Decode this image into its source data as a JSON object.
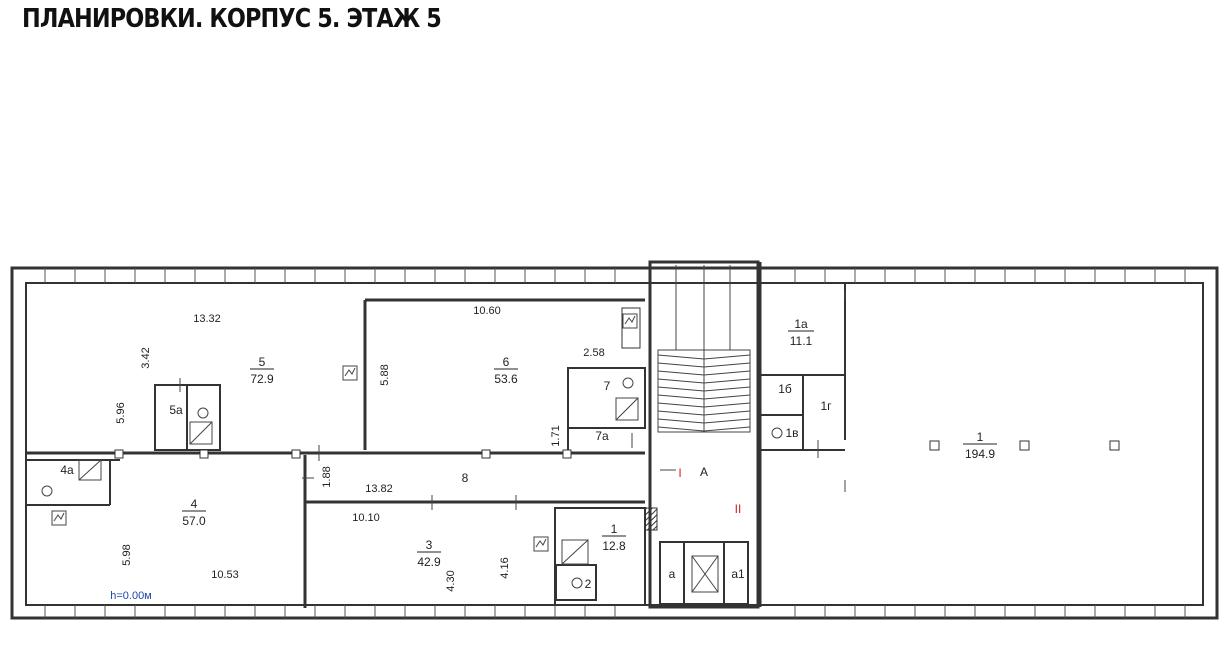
{
  "title": "ПЛАНИРОВКИ. КОРПУС 5. ЭТАЖ 5",
  "rooms": [
    {
      "id": "r5",
      "num": "5",
      "area": "72.9"
    },
    {
      "id": "r6",
      "num": "6",
      "area": "53.6"
    },
    {
      "id": "r4",
      "num": "4",
      "area": "57.0"
    },
    {
      "id": "r3",
      "num": "3",
      "area": "42.9"
    },
    {
      "id": "r1s",
      "num": "1",
      "area": "12.8"
    },
    {
      "id": "r1a",
      "num": "1а",
      "area": "11.1"
    },
    {
      "id": "r1",
      "num": "1",
      "area": "194.9"
    }
  ],
  "labels": {
    "r5a": "5а",
    "r4a": "4а",
    "r7": "7",
    "r7a": "7а",
    "r8": "8",
    "r2": "2",
    "r1b": "1б",
    "r1g": "1г",
    "r1v": "1в",
    "stair_a": "А",
    "stair_i": "I",
    "stair_ii": "II",
    "lift_a": "а",
    "lift_a1": "а1"
  },
  "dimensions": {
    "d1332": "13.32",
    "d1060": "10.60",
    "d342": "3.42",
    "d596": "5.96",
    "d588": "5.88",
    "d258": "2.58",
    "d171": "1.71",
    "d188": "1.88",
    "d1382": "13.82",
    "d1010": "10.10",
    "d598": "5.98",
    "d1053": "10.53",
    "d430": "4.30",
    "d416": "4.16"
  },
  "height_mark": "h=0.00м",
  "colors": {
    "wall": "#333333",
    "accent_red": "#cc2222",
    "mark_blue": "#2244aa"
  }
}
